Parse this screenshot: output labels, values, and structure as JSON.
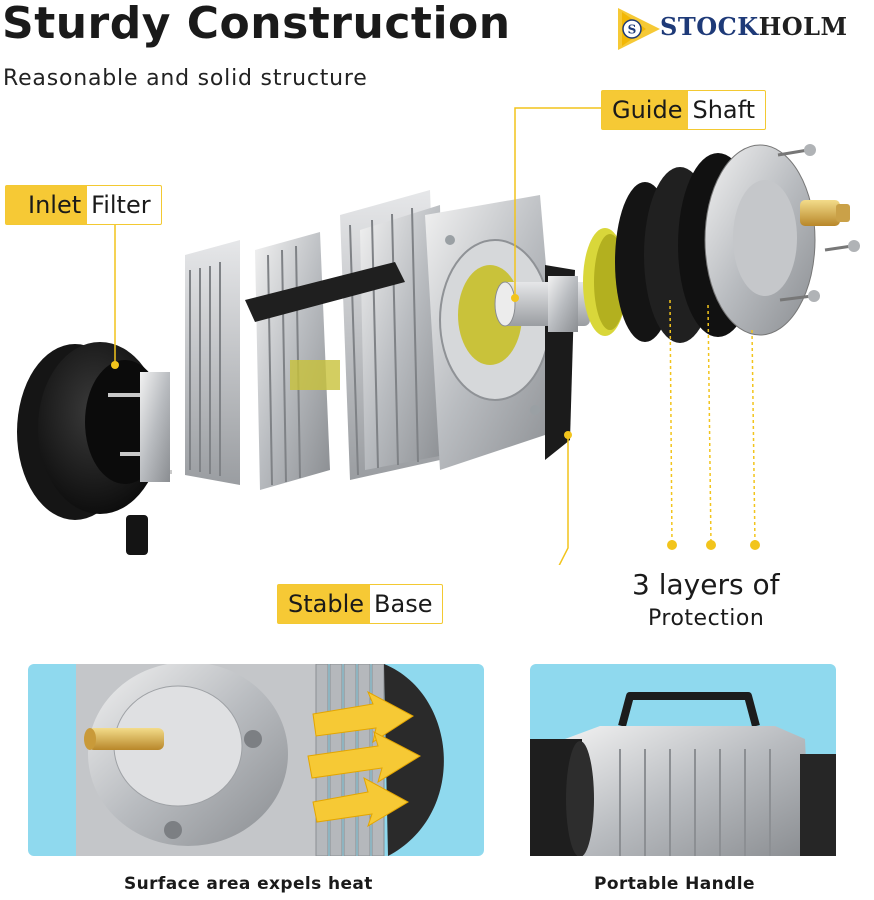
{
  "header": {
    "title": "Sturdy Construction",
    "subtitle": "Reasonable and solid structure"
  },
  "logo": {
    "emblem_letter": "S",
    "text_part1": "STOCK",
    "text_part2": "HOLM"
  },
  "labels": {
    "guide_shaft": {
      "highlight": "Guide",
      "rest": "Shaft"
    },
    "inlet_filter": {
      "highlight": "Inlet",
      "rest": "Filter"
    },
    "stable_base": {
      "highlight": "Stable",
      "rest": "Base"
    }
  },
  "protection": {
    "main": "3 layers of",
    "sub": "Protection"
  },
  "captions": {
    "left": "Surface area expels heat",
    "right": "Portable Handle"
  },
  "colors": {
    "accent_yellow": "#f6c935",
    "panel_blue": "#8fd9ee",
    "brand_blue": "#1e3a78"
  }
}
